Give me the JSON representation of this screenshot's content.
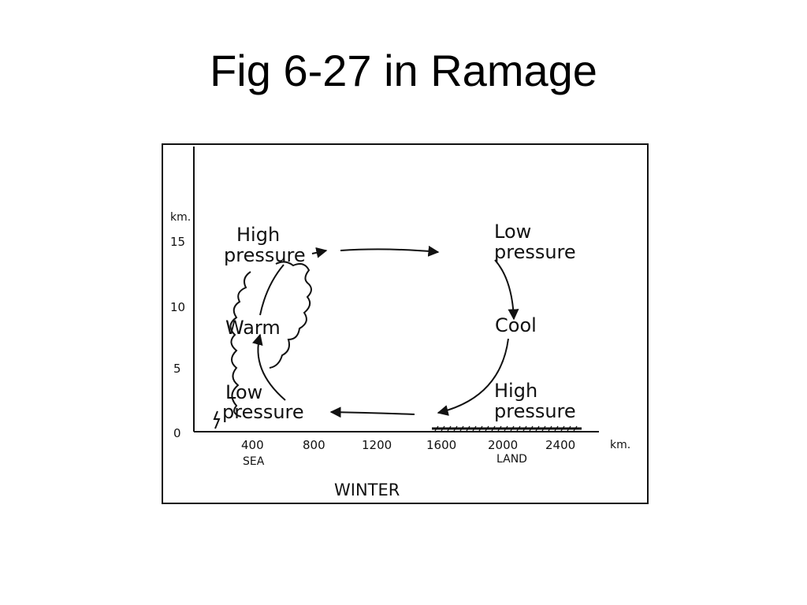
{
  "slide": {
    "title": "Fig 6-27 in Ramage"
  },
  "figure": {
    "y_axis": {
      "unit": "km.",
      "ticks": [
        "15",
        "10",
        "5",
        "0"
      ]
    },
    "x_axis": {
      "unit": "km.",
      "ticks": [
        "400",
        "800",
        "1200",
        "1600",
        "2000",
        "2400"
      ],
      "region_labels": {
        "sea": "SEA",
        "land": "LAND"
      }
    },
    "labels": {
      "high_pressure_top_line1": "High",
      "high_pressure_top_line2": "pressure",
      "low_pressure_top_line1": "Low",
      "low_pressure_top_line2": "pressure",
      "warm": "Warm",
      "cool": "Cool",
      "low_pressure_bottom_line1": "Low",
      "low_pressure_bottom_line2": "pressure",
      "high_pressure_bottom_line1": "High",
      "high_pressure_bottom_line2": "pressure"
    },
    "season": "WINTER"
  }
}
